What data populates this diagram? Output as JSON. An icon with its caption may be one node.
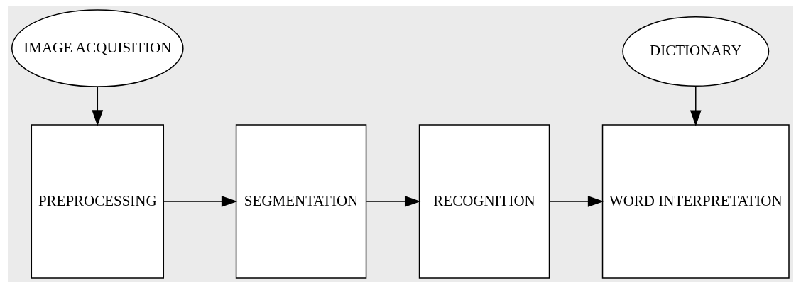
{
  "diagram": {
    "nodes": [
      {
        "text": [
          "IMAGE ACQUISITION"
        ]
      },
      {
        "text": [
          "DICTIONARY"
        ]
      },
      {
        "text": [
          "PREPROCESSING"
        ]
      },
      {
        "text": [
          "SEGMENTATION"
        ]
      },
      {
        "text": [
          "RECOGNITION"
        ]
      },
      {
        "text": [
          "WORD INTERPRETATION"
        ]
      }
    ],
    "edges": [
      {
        "from": 0,
        "to": 2,
        "arrow": "to"
      },
      {
        "from": 2,
        "to": 3,
        "arrow": "to"
      },
      {
        "from": 3,
        "to": 4,
        "arrow": "to"
      },
      {
        "from": 4,
        "to": 5,
        "arrow": "to"
      },
      {
        "from": 1,
        "to": 5,
        "arrow": "to"
      }
    ]
  }
}
